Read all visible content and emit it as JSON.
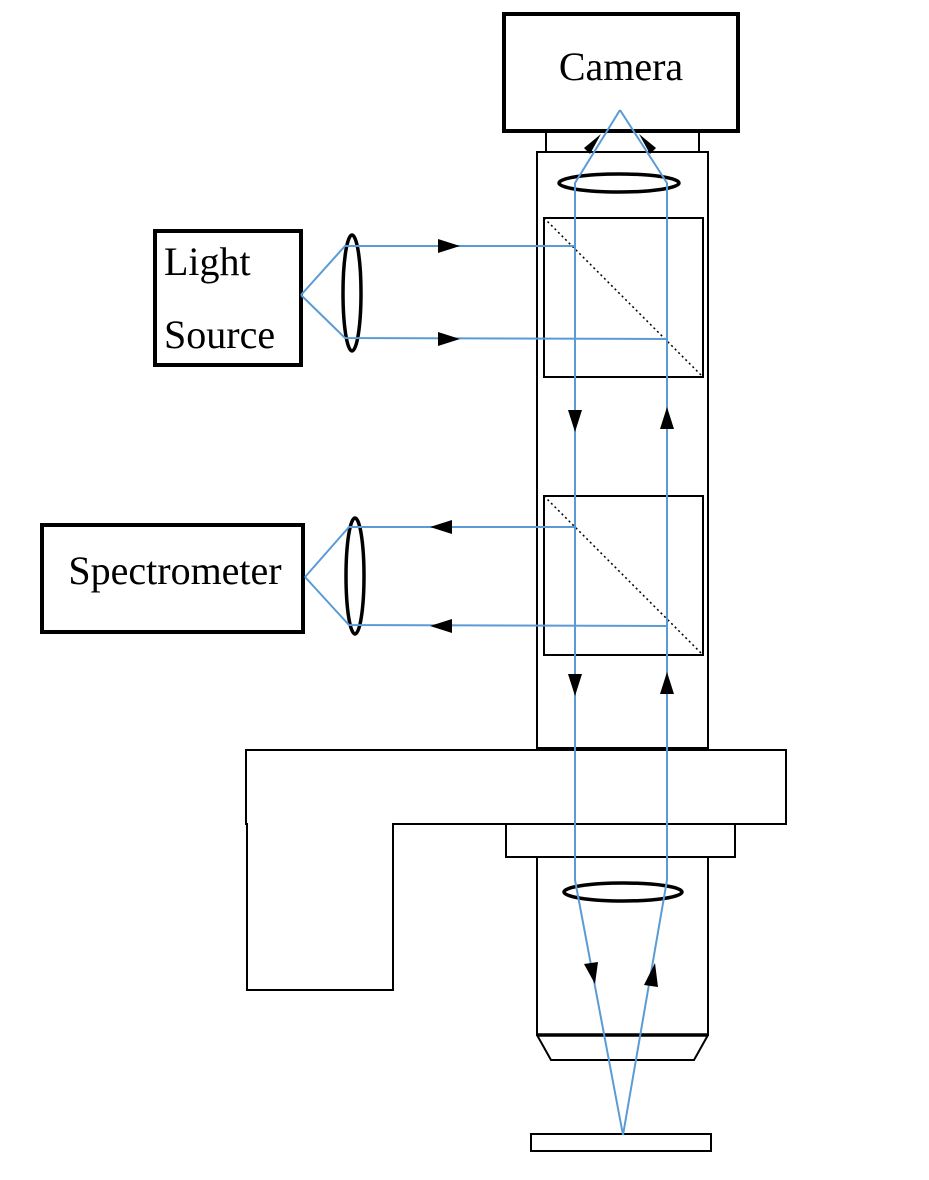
{
  "labels": {
    "camera": "Camera",
    "light_source_line1": "Light",
    "light_source_line2": "Source",
    "spectrometer": "Spectrometer"
  },
  "colors": {
    "ray": "#5b9bd5",
    "outline": "#000000",
    "background": "#ffffff"
  }
}
